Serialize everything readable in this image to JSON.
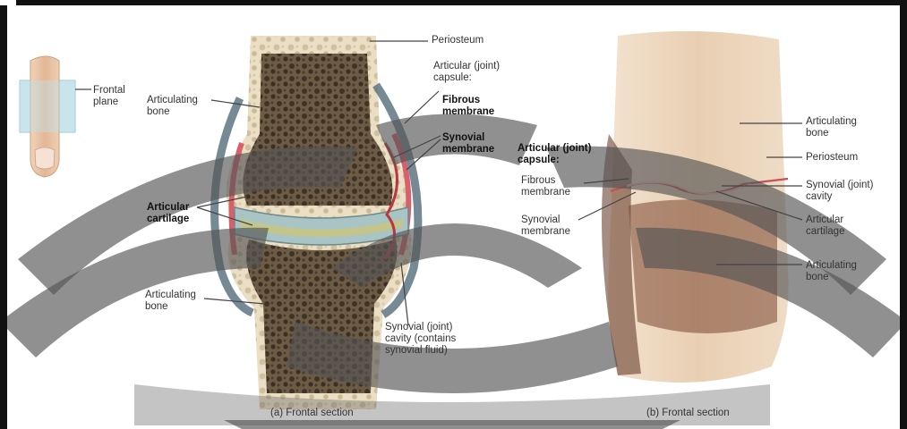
{
  "inset": {
    "label_line1": "Frontal",
    "label_line2": "plane"
  },
  "panel_a": {
    "caption": "(a) Frontal section",
    "periosteum": "Periosteum",
    "capsule_line1": "Articular (joint)",
    "capsule_line2": "capsule:",
    "fibrous_line1": "Fibrous",
    "fibrous_line2": "membrane",
    "synovial_line1": "Synovial",
    "synovial_line2": "membrane",
    "articulating_bone_top_1": "Articulating",
    "articulating_bone_top_2": "bone",
    "cartilage_line1": "Articular",
    "cartilage_line2": "cartilage",
    "articulating_bone_bottom_1": "Articulating",
    "articulating_bone_bottom_2": "bone",
    "cavity_line1": "Synovial (joint)",
    "cavity_line2": "cavity (contains",
    "cavity_line3": "synovial fluid)"
  },
  "panel_b": {
    "caption": "(b) Frontal section",
    "capsule_line1": "Articular (joint)",
    "capsule_line2": "capsule:",
    "fibrous_line1": "Fibrous",
    "fibrous_line2": "membrane",
    "synovial_line1": "Synovial",
    "synovial_line2": "membrane",
    "bone_top_1": "Articulating",
    "bone_top_2": "bone",
    "periosteum": "Periosteum",
    "cavity_line1": "Synovial (joint)",
    "cavity_line2": "cavity",
    "cartilage_line1": "Articular",
    "cartilage_line2": "cartilage",
    "bone_bottom_1": "Articulating",
    "bone_bottom_2": "bone"
  },
  "colors": {
    "bone": "#e9dfc6",
    "spongy": "#6b5a43",
    "cartilage": "#a9c4c4",
    "capsule": "#5e7683",
    "synovial": "#d8606b",
    "watermark": "#555555",
    "photo_skin": "#e7cdb0"
  }
}
